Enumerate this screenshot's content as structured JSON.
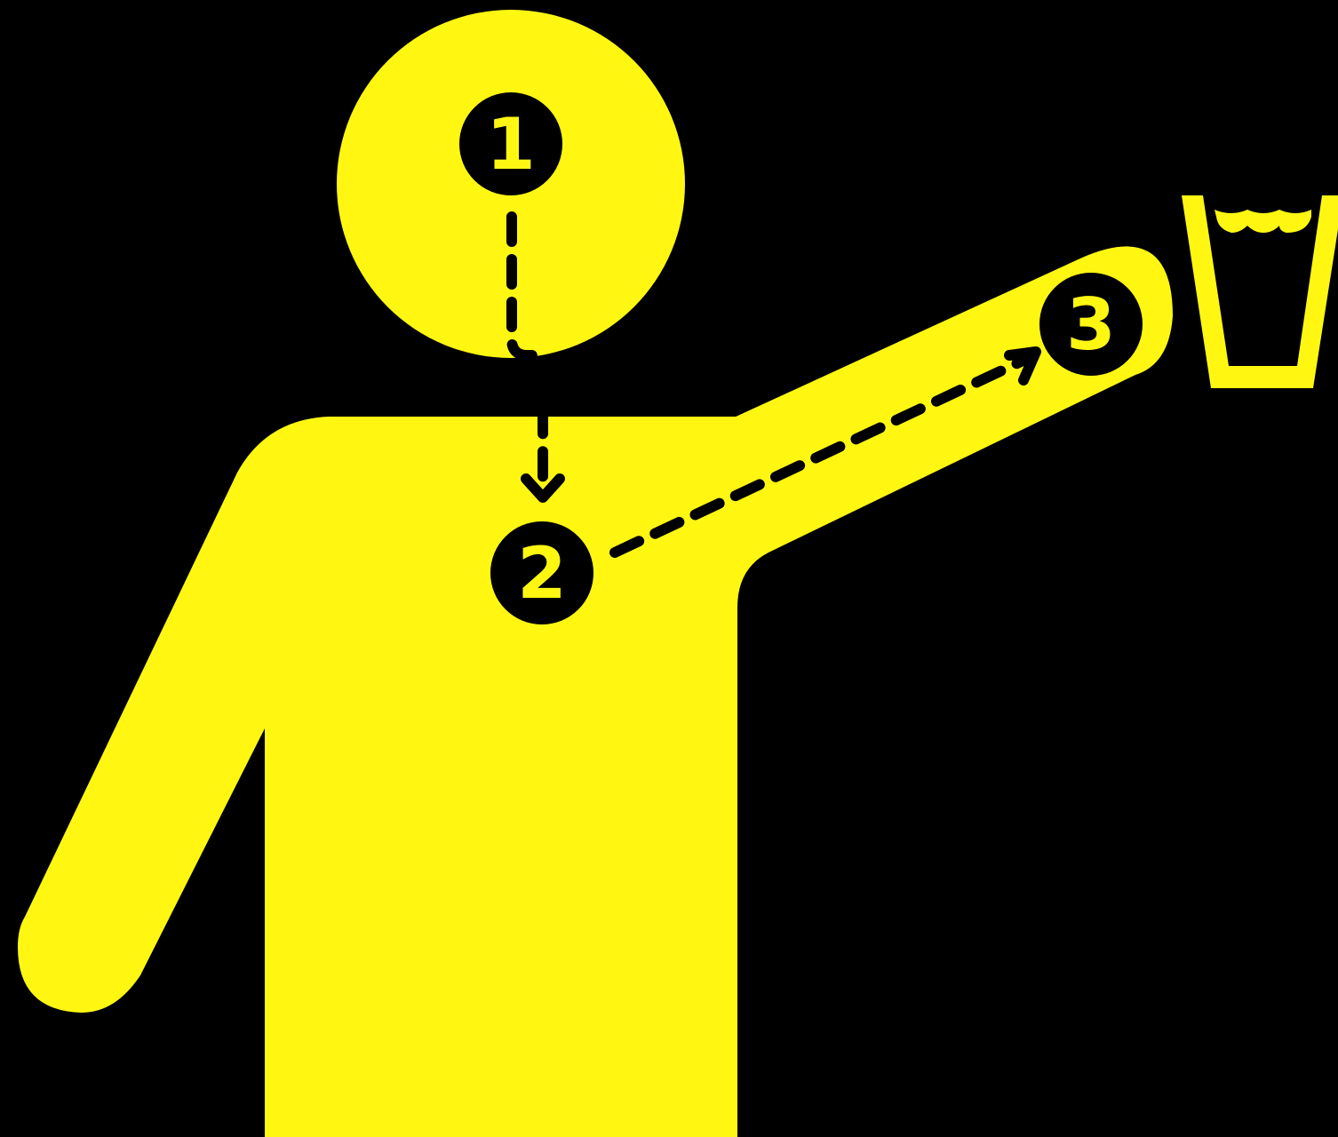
{
  "colors": {
    "background": "#000000",
    "figure": "#FFF712",
    "marker": "#000000"
  },
  "steps": [
    {
      "label": "1",
      "location": "head"
    },
    {
      "label": "2",
      "location": "chest"
    },
    {
      "label": "3",
      "location": "hand"
    }
  ],
  "icons": {
    "figure": "person-raising-arm-icon",
    "glass": "glass-of-water-icon"
  }
}
